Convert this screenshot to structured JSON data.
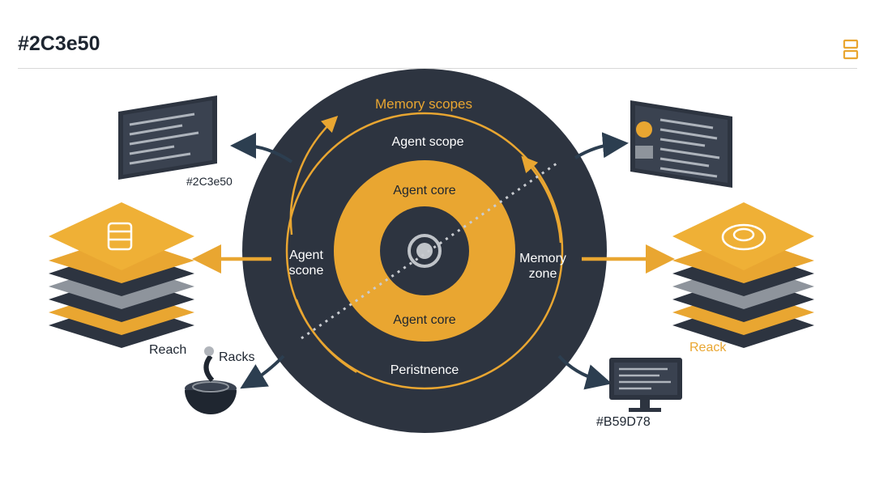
{
  "header": {
    "title": "#2C3e50"
  },
  "icons": {
    "corner": "layout-icon",
    "left_terminal": "terminal-window-icon",
    "right_terminal": "code-window-icon",
    "left_stack": "database-stack-icon",
    "right_stack": "storage-stack-icon",
    "bowl": "bowl-icon",
    "monitor": "monitor-icon"
  },
  "colors": {
    "dark": "#2C3e50",
    "gold": "#e9a631",
    "gray": "#8e949c",
    "accent_label": "#B59D78"
  },
  "circle": {
    "outer_title": "Memory scopes",
    "ring_top": "Agent scope",
    "ring_left": "Agent\nscone",
    "ring_right": "Memory\nzone",
    "ring_bottom": "Peristnence",
    "core_top": "Agent core",
    "core_bottom": "Agent core"
  },
  "labels": {
    "terminal_caption": "#2C3e50",
    "left_stack": "Reach",
    "bowl": "Racks",
    "right_stack": "Reack",
    "monitor_caption": "#B59D78"
  }
}
